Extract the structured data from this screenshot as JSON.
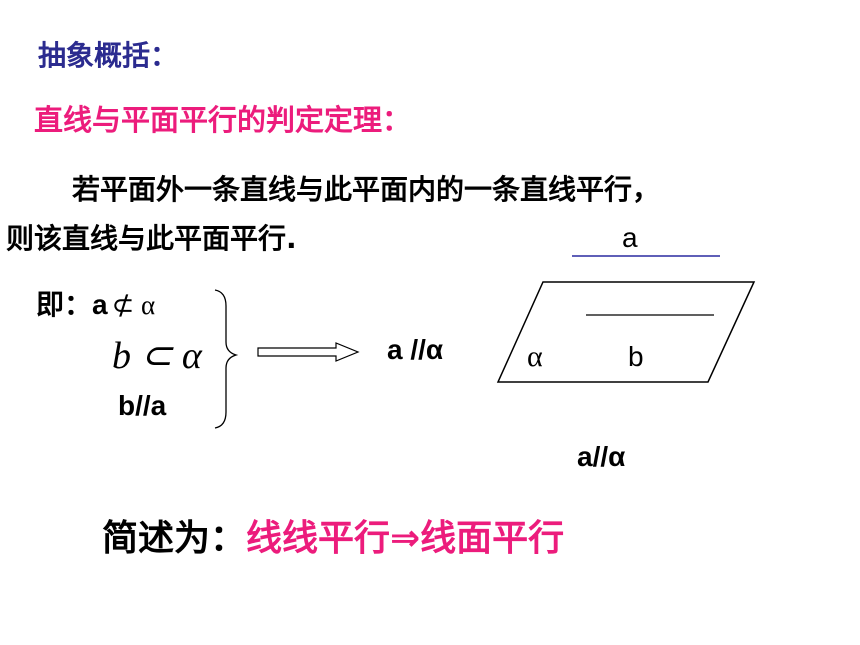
{
  "heading": "抽象概括：",
  "theorem_title": "直线与平面平行的判定定理：",
  "theorem_text": {
    "line1": "若平面外一条直线与此平面内的一条直线平行，",
    "line2": "则该直线与此平面平行."
  },
  "premises": {
    "label": "即：",
    "p1_var": "a",
    "p1_symbol": "⊄ α",
    "p2": "b ⊂ α",
    "p3": "b//a"
  },
  "conclusion": "a //α",
  "diagram": {
    "line_a_label": "a",
    "plane_label": "α",
    "line_b_label": "b",
    "caption": "a//α",
    "colors": {
      "line_a": "#2a2aa0",
      "outline": "#000000"
    }
  },
  "summary": {
    "prefix": "简述为：",
    "content": "线线平行⇒线面平行"
  },
  "colors": {
    "heading": "#2b2b8f",
    "title": "#ec1c7c",
    "text": "#000000"
  }
}
